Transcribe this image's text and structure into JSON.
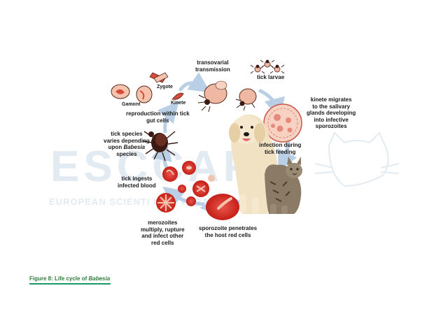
{
  "watermark": {
    "brand": "ESCCAP",
    "org_line": "EUROPEAN SCIENTI         IMAL PARASITES"
  },
  "caption": {
    "prefix": "Figure 8: Life cycle of ",
    "genus": "Babesia"
  },
  "labels": {
    "transovarial": [
      "transovarial",
      "transmission"
    ],
    "tick_larvae": "tick larvae",
    "zygote": "Zygote",
    "gamont": "Gamont",
    "kinete": "Kinete",
    "reproduction": [
      "reproduction within tick",
      "gut cells"
    ],
    "kinete_migrates": [
      "kinete migrates",
      "to the salivary",
      "glands developing",
      "into infective",
      "sporozoites"
    ],
    "tick_species": [
      "tick species",
      "varies depending",
      "upon ",
      "Babesia",
      "species"
    ],
    "infection_feeding": [
      "infection during",
      "tick feeding"
    ],
    "tick_ingests": [
      "tick ingests",
      "infected blood"
    ],
    "merozoites": [
      "merozoites",
      "multiply, rupture",
      "and infect other",
      "red cells"
    ],
    "sporozoite": [
      "sporozoite penetrates",
      "the host red cells"
    ]
  },
  "colors": {
    "cycle_arrow": "#b8cfe6",
    "tick_body": "#efb8a2",
    "tick_outline": "#5a2a1f",
    "red_cell": "#d4271f",
    "parasite": "#f3c3ae",
    "caption": "#2e7d3a",
    "caption_rule": "#1a9a6a"
  }
}
